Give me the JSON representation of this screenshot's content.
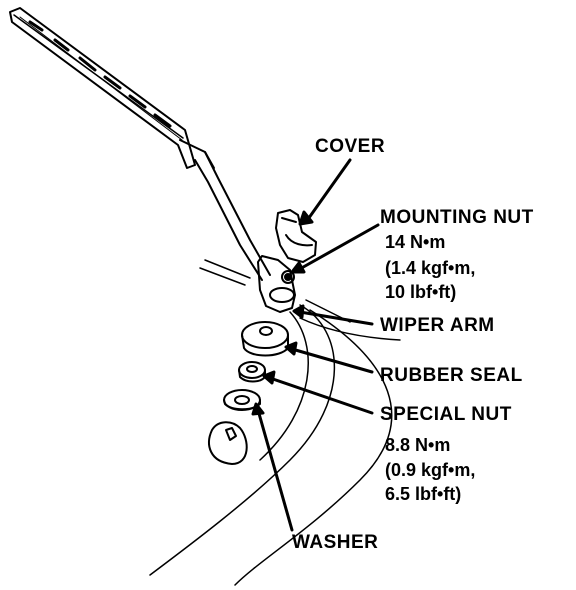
{
  "labels": {
    "cover": "COVER",
    "mounting_nut": {
      "name": "MOUNTING NUT",
      "torque": [
        "14 N•m",
        "(1.4 kgf•m,",
        "10 lbf•ft)"
      ]
    },
    "wiper_arm": "WIPER ARM",
    "rubber_seal": "RUBBER SEAL",
    "special_nut": {
      "name": "SPECIAL NUT",
      "torque": [
        "8.8 N•m",
        "(0.9 kgf•m,",
        "6.5 lbf•ft)"
      ]
    },
    "washer": "WASHER"
  },
  "colors": {
    "ink": "#000000",
    "paper": "#ffffff"
  }
}
